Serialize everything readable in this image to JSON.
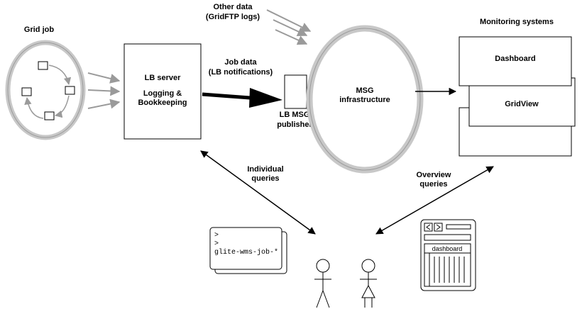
{
  "grid_job": {
    "title": "Grid job"
  },
  "other_data": {
    "line1": "Other data",
    "line2": "(GridFTP logs)"
  },
  "lb_server": {
    "line1": "LB server",
    "line2": "Logging &",
    "line3": "Bookkeeping"
  },
  "job_data": {
    "line1": "Job data",
    "line2": "(LB notifications)"
  },
  "publisher": {
    "line1": "LB MSG",
    "line2": "publisher"
  },
  "msg": {
    "line1": "MSG",
    "line2": "infrastructure"
  },
  "monitoring": {
    "title": "Monitoring systems",
    "dashboard": "Dashboard",
    "gridview": "GridView"
  },
  "individual_queries": {
    "line1": "Individual",
    "line2": "queries"
  },
  "overview_queries": {
    "line1": "Overview",
    "line2": "queries"
  },
  "terminal": {
    "line1": ">",
    "line2": ">",
    "line3": "glite-wms-job-*"
  },
  "browser": {
    "tab_label": "dashboard"
  },
  "colors": {
    "line": "#000000",
    "gray_arrow": "#9a9a9a",
    "ellipse": "#c8c8c8"
  }
}
